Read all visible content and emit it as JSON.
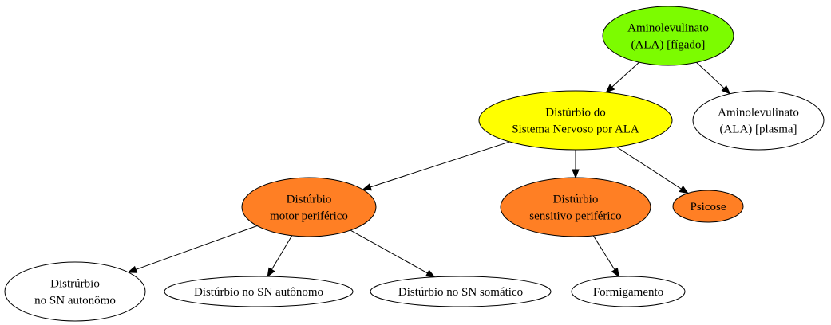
{
  "colors": {
    "green": "#7cfc00",
    "yellow": "#ffff00",
    "orange": "#ff7f24",
    "white": "#ffffff"
  },
  "nodes": {
    "ala_figado": {
      "lines": [
        "Aminolevulinato",
        "(ALA) [fígado]"
      ],
      "fill": "green"
    },
    "ala_plasma": {
      "lines": [
        "Aminolevulinato",
        "(ALA) [plasma]"
      ],
      "fill": "white"
    },
    "disturbio_sn": {
      "lines": [
        "Distúrbio do",
        "Sistema Nervoso por ALA"
      ],
      "fill": "yellow"
    },
    "motor_periferico": {
      "lines": [
        "Distúrbio",
        "motor periférico"
      ],
      "fill": "orange"
    },
    "sensitivo_periferico": {
      "lines": [
        "Distúrbio",
        "sensitivo periférico"
      ],
      "fill": "orange"
    },
    "psicose": {
      "lines": [
        "Psicose"
      ],
      "fill": "orange"
    },
    "sn_autonomo_1": {
      "lines": [
        "Distrúrbio",
        "no SN autonômo"
      ],
      "fill": "white"
    },
    "sn_autonomo_2": {
      "lines": [
        "Distúrbio no SN autônomo"
      ],
      "fill": "white"
    },
    "sn_somatico": {
      "lines": [
        "Distúrbio no SN somático"
      ],
      "fill": "white"
    },
    "formigamento": {
      "lines": [
        "Formigamento"
      ],
      "fill": "white"
    }
  },
  "edges": [
    {
      "from": "ala_figado",
      "to": "disturbio_sn"
    },
    {
      "from": "ala_figado",
      "to": "ala_plasma"
    },
    {
      "from": "disturbio_sn",
      "to": "motor_periferico"
    },
    {
      "from": "disturbio_sn",
      "to": "sensitivo_periferico"
    },
    {
      "from": "disturbio_sn",
      "to": "psicose"
    },
    {
      "from": "motor_periferico",
      "to": "sn_autonomo_1"
    },
    {
      "from": "motor_periferico",
      "to": "sn_autonomo_2"
    },
    {
      "from": "motor_periferico",
      "to": "sn_somatico"
    },
    {
      "from": "sensitivo_periferico",
      "to": "formigamento"
    }
  ]
}
